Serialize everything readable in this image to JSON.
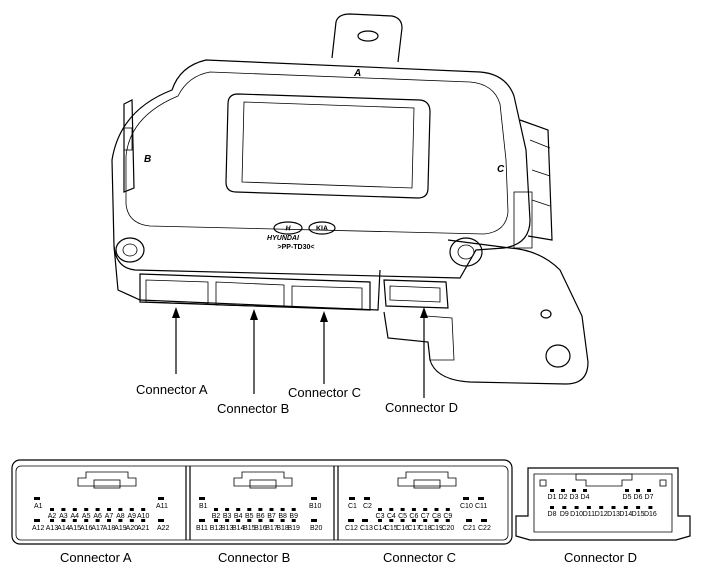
{
  "module": {
    "face_a": "A",
    "face_b": "B",
    "face_c": "C",
    "brand_1": "HYUNDAI",
    "brand_2": "KIA",
    "part_code": ">PP-TD30<"
  },
  "callouts": {
    "a": "Connector A",
    "b": "Connector B",
    "c": "Connector C",
    "d": "Connector D"
  },
  "connectors": {
    "a": {
      "title": "Connector A",
      "top": [
        "A1",
        "A11"
      ],
      "row1": [
        "A2",
        "A3",
        "A4",
        "A5",
        "A6",
        "A7",
        "A8",
        "A9",
        "A10"
      ],
      "row2": [
        "A13",
        "A14",
        "A15",
        "A16",
        "A17",
        "A18",
        "A19",
        "A20",
        "A21"
      ],
      "bl": "A12",
      "br": "A22"
    },
    "b": {
      "title": "Connector B",
      "top": [
        "B1",
        "B10"
      ],
      "row1": [
        "B2",
        "B3",
        "B4",
        "B5",
        "B6",
        "B7",
        "B8",
        "B9"
      ],
      "row2": [
        "B12",
        "B13",
        "B14",
        "B15",
        "B16",
        "B17",
        "B18",
        "B19"
      ],
      "bl": "B11",
      "br": "B20"
    },
    "c": {
      "title": "Connector C",
      "top": [
        "C1",
        "C2",
        "C10",
        "C11"
      ],
      "row1": [
        "C3",
        "C4",
        "C5",
        "C6",
        "C7",
        "C8",
        "C9"
      ],
      "row2": [
        "C14",
        "C15",
        "C16",
        "C17",
        "C18",
        "C19",
        "C20"
      ],
      "bl": [
        "C12",
        "C13"
      ],
      "br": [
        "C21",
        "C22"
      ]
    },
    "d": {
      "title": "Connector D",
      "row1_left": [
        "D1",
        "D2",
        "D3",
        "D4"
      ],
      "row1_right": [
        "D5",
        "D6",
        "D7"
      ],
      "row2": [
        "D8",
        "D9",
        "D10",
        "D11",
        "D12",
        "D13",
        "D14",
        "D15",
        "D16"
      ]
    }
  }
}
